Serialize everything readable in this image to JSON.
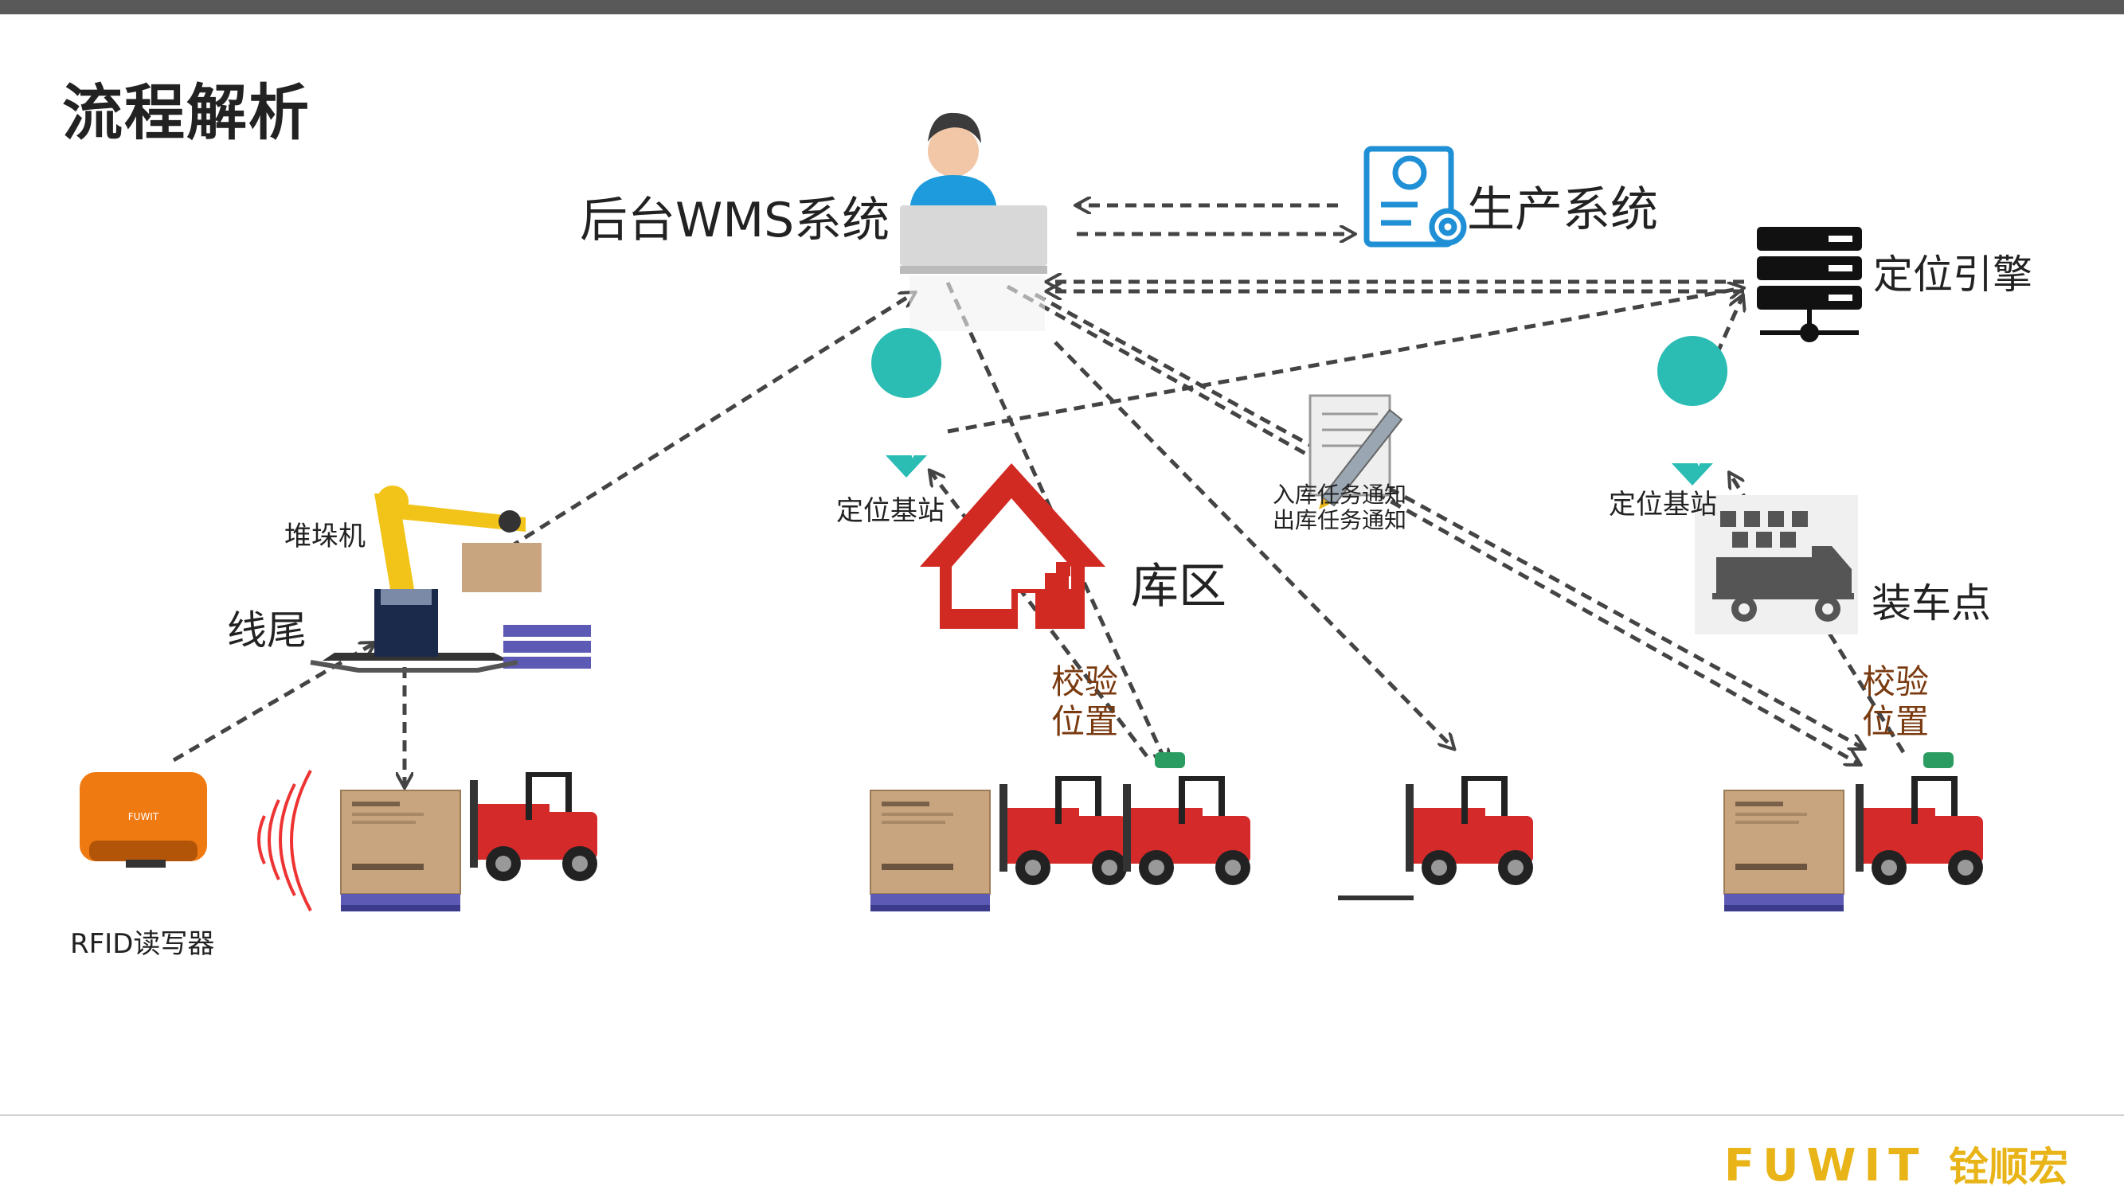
{
  "page": {
    "title": "流程解析"
  },
  "nodes": {
    "wms": "后台WMS系统",
    "production": "生产系统",
    "engine": "定位引擎",
    "base_station_1": "定位基站",
    "base_station_2": "定位基站",
    "warehouse": "库区",
    "loading": "装车点",
    "palletizer": "堆垛机",
    "line_end": "线尾",
    "rfid": "RFID读写器",
    "check_1": [
      "校验",
      "位置"
    ],
    "check_2": [
      "校验",
      "位置"
    ],
    "task_notice": [
      "入库任务通知",
      "出库任务通知"
    ]
  },
  "brand": {
    "en": "FUWIT",
    "cn": "铨顺宏"
  },
  "colors": {
    "accent_yellow": "#e8b417",
    "arrow": "#444444",
    "teal": "#2bbcb4",
    "warehouse_red": "#d12a22",
    "forklift_red": "#d42a2a",
    "rfid_orange": "#f07a12",
    "production_blue": "#1f8fd6"
  },
  "icons": [
    "user-computer-icon",
    "document-gear-icon",
    "server-icon",
    "location-pin-icon",
    "warehouse-icon",
    "truck-icon",
    "robot-arm-icon",
    "rfid-reader-icon",
    "forklift-icon",
    "cargo-box-icon",
    "notice-document-icon"
  ]
}
